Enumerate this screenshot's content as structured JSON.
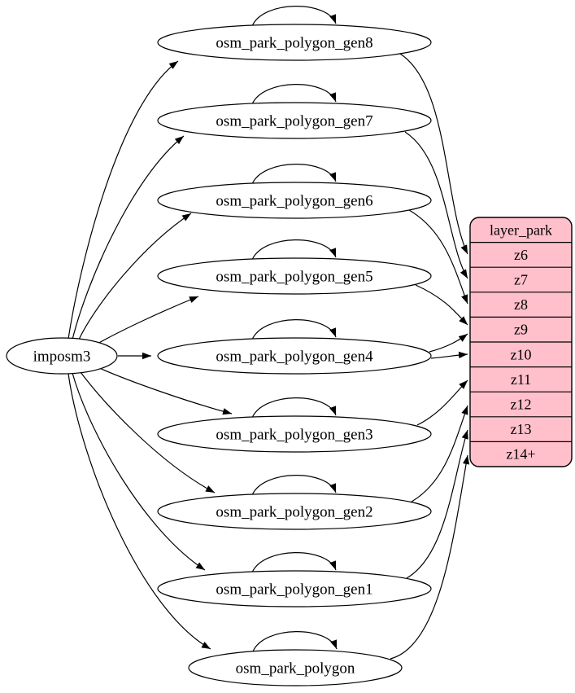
{
  "diagram": {
    "source_node": {
      "id": "imposm3",
      "label": "imposm3"
    },
    "table_nodes": [
      {
        "id": "osm_park_polygon_gen8",
        "label": "osm_park_polygon_gen8"
      },
      {
        "id": "osm_park_polygon_gen7",
        "label": "osm_park_polygon_gen7"
      },
      {
        "id": "osm_park_polygon_gen6",
        "label": "osm_park_polygon_gen6"
      },
      {
        "id": "osm_park_polygon_gen5",
        "label": "osm_park_polygon_gen5"
      },
      {
        "id": "osm_park_polygon_gen4",
        "label": "osm_park_polygon_gen4"
      },
      {
        "id": "osm_park_polygon_gen3",
        "label": "osm_park_polygon_gen3"
      },
      {
        "id": "osm_park_polygon_gen2",
        "label": "osm_park_polygon_gen2"
      },
      {
        "id": "osm_park_polygon_gen1",
        "label": "osm_park_polygon_gen1"
      },
      {
        "id": "osm_park_polygon",
        "label": "osm_park_polygon"
      }
    ],
    "layer_node": {
      "id": "layer_park",
      "title": "layer_park",
      "rows": [
        "z6",
        "z7",
        "z8",
        "z9",
        "z10",
        "z11",
        "z12",
        "z13",
        "z14+"
      ]
    },
    "edges": {
      "from_source": [
        "osm_park_polygon_gen8",
        "osm_park_polygon_gen7",
        "osm_park_polygon_gen6",
        "osm_park_polygon_gen5",
        "osm_park_polygon_gen4",
        "osm_park_polygon_gen3",
        "osm_park_polygon_gen2",
        "osm_park_polygon_gen1",
        "osm_park_polygon"
      ],
      "self_loops": [
        "osm_park_polygon_gen8",
        "osm_park_polygon_gen7",
        "osm_park_polygon_gen6",
        "osm_park_polygon_gen5",
        "osm_park_polygon_gen4",
        "osm_park_polygon_gen3",
        "osm_park_polygon_gen2",
        "osm_park_polygon_gen1",
        "osm_park_polygon"
      ],
      "to_layer": [
        {
          "from": "osm_park_polygon_gen8",
          "to": "z6"
        },
        {
          "from": "osm_park_polygon_gen7",
          "to": "z7"
        },
        {
          "from": "osm_park_polygon_gen6",
          "to": "z8"
        },
        {
          "from": "osm_park_polygon_gen5",
          "to": "z9"
        },
        {
          "from": "osm_park_polygon_gen4",
          "to": "z9"
        },
        {
          "from": "osm_park_polygon_gen4",
          "to": "z10"
        },
        {
          "from": "osm_park_polygon_gen3",
          "to": "z11"
        },
        {
          "from": "osm_park_polygon_gen2",
          "to": "z12"
        },
        {
          "from": "osm_park_polygon_gen1",
          "to": "z13"
        },
        {
          "from": "osm_park_polygon",
          "to": "z14+"
        }
      ]
    },
    "colors": {
      "background": "#ffffff",
      "edge": "#000000",
      "node_fill": "#ffffff",
      "node_stroke": "#000000",
      "layer_fill": "#ffc0cb",
      "text": "#000000"
    }
  }
}
